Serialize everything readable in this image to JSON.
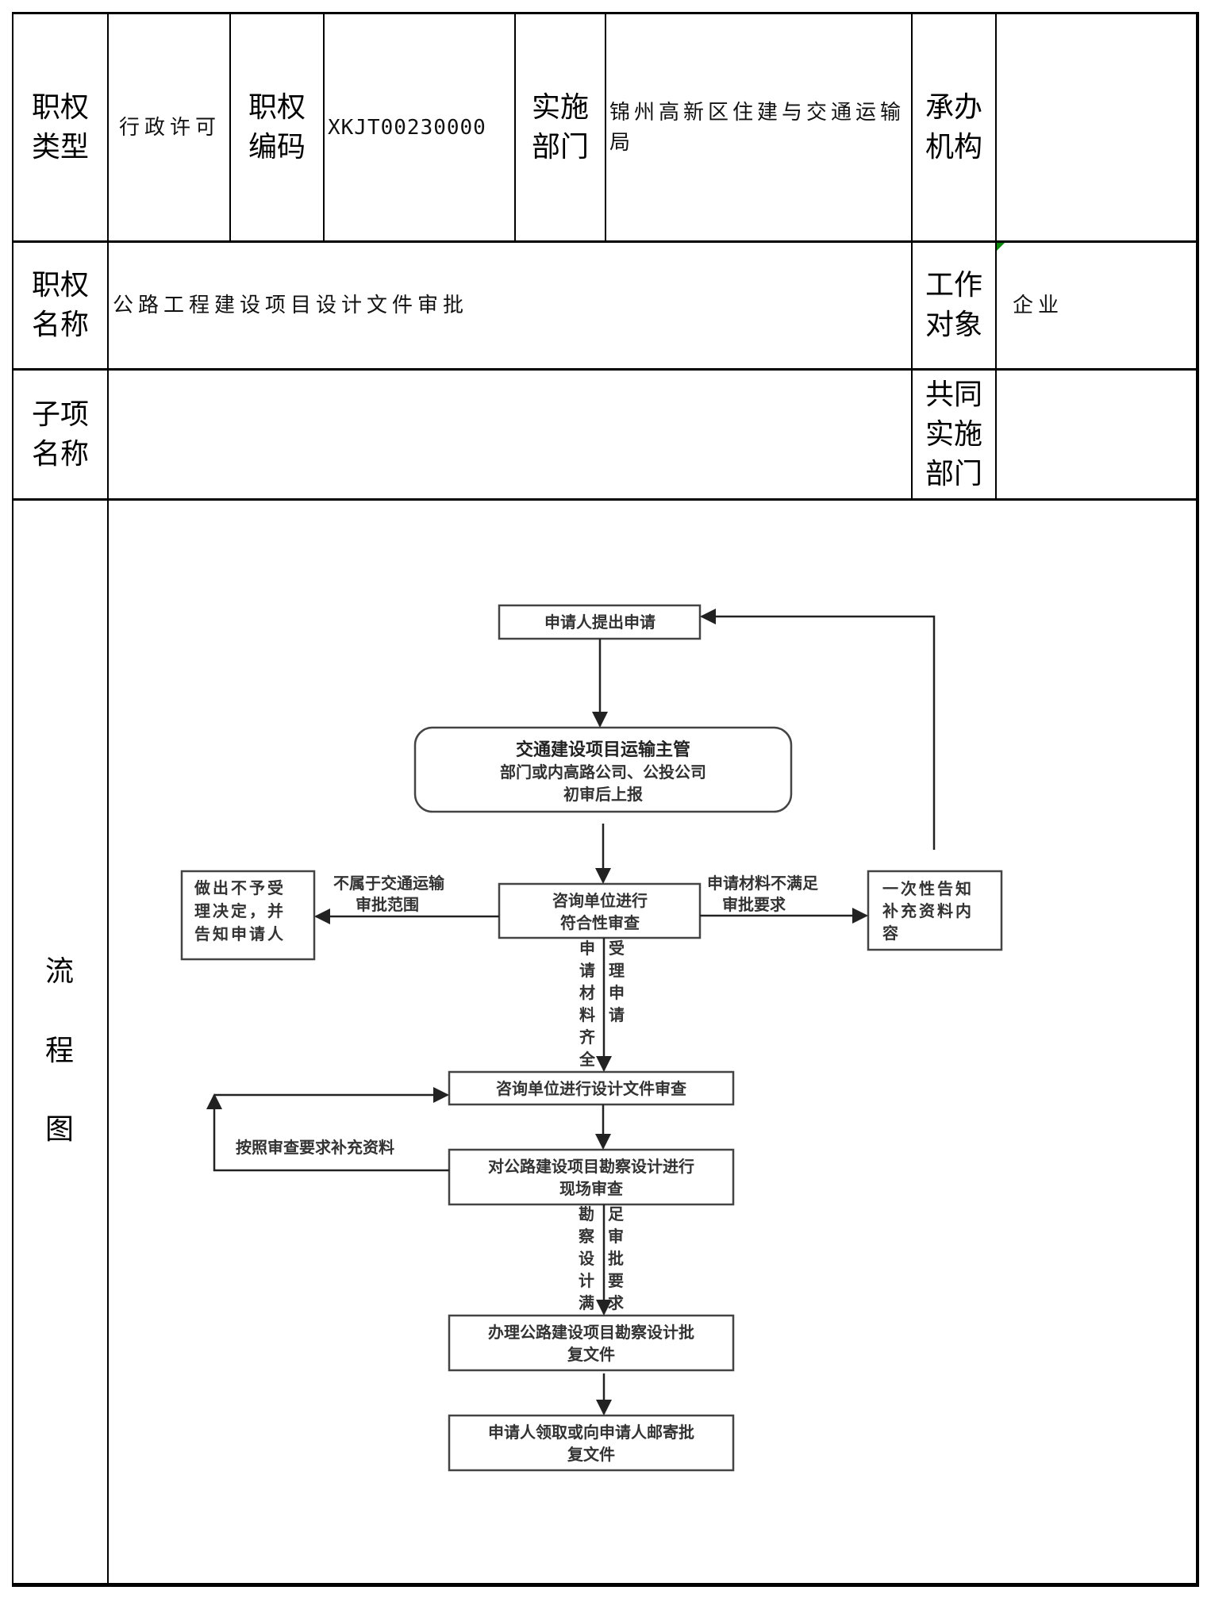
{
  "row1": {
    "type_label": "职权\n类型",
    "type_value": "行政许可",
    "code_label": "职权\n编码",
    "code_value": "XKJT00230000",
    "dept_label": "实施\n部门",
    "dept_value": "锦州高新区住建与交通运输局",
    "org_label": "承办\n机构",
    "org_value": ""
  },
  "row2": {
    "name_label": "职权\n名称",
    "name_value": "公路工程建设项目设计文件审批",
    "target_label": "工作\n对象",
    "target_value": "企业"
  },
  "row3": {
    "sub_label": "子项\n名称",
    "sub_value": "",
    "joint_label": "共同\n实施\n部门",
    "joint_value": ""
  },
  "row4": {
    "flow_label_chars": [
      "流",
      "程",
      "图"
    ]
  },
  "flowchart": {
    "nodes": {
      "apply": "申请人提出申请",
      "prereview_l1": "交通建设项目运输主管",
      "prereview_l2": "部门或内高路公司、公投公司",
      "prereview_l3": "初审后上报",
      "compliance_l1": "咨询单位进行",
      "compliance_l2": "符合性审查",
      "reject_l1": "做出不予受",
      "reject_l2": "理决定，并",
      "reject_l3": "告知申请人",
      "notify_l1": "一次性告知",
      "notify_l2": "补充资料内",
      "notify_l3": "容",
      "design_review": "咨询单位进行设计文件审查",
      "site_review_l1": "对公路建设项目勘察设计进行",
      "site_review_l2": "现场审查",
      "approval_l1": "办理公路建设项目勘察设计批",
      "approval_l2": "复文件",
      "deliver_l1": "申请人领取或向申请人邮寄批",
      "deliver_l2": "复文件"
    },
    "edges": {
      "not_in_scope_l1": "不属于交通运输",
      "not_in_scope_l2": "审批范围",
      "incomplete_l1": "申请材料不满足",
      "incomplete_l2": "审批要求",
      "complete_left": [
        "申",
        "请",
        "材",
        "料",
        "齐",
        "全"
      ],
      "complete_right": [
        "受",
        "理",
        "申",
        "请"
      ],
      "supplement": "按照审查要求补充资料",
      "satisfied_left": [
        "勘",
        "察",
        "设",
        "计",
        "满"
      ],
      "satisfied_right": [
        "足",
        "审",
        "批",
        "要",
        "求"
      ]
    }
  }
}
